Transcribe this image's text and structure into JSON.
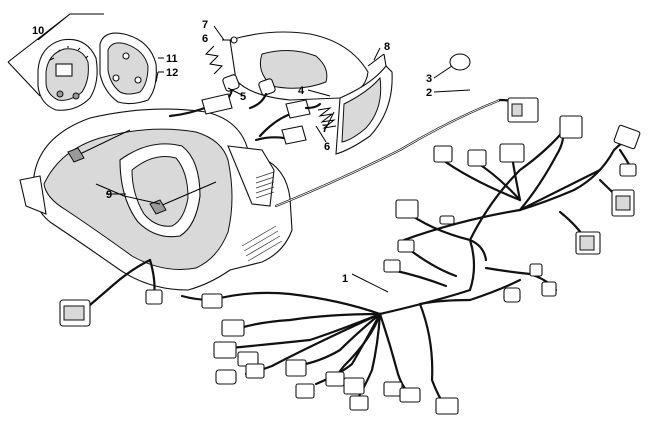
{
  "diagram": {
    "callouts": {
      "c1": "1",
      "c2": "2",
      "c3": "3",
      "c4": "4",
      "c5": "5",
      "c6a": "6",
      "c6b": "6",
      "c7a": "7",
      "c7b": "7",
      "c8": "8",
      "c9": "9",
      "c10": "10",
      "c11": "11",
      "c12": "12"
    }
  }
}
